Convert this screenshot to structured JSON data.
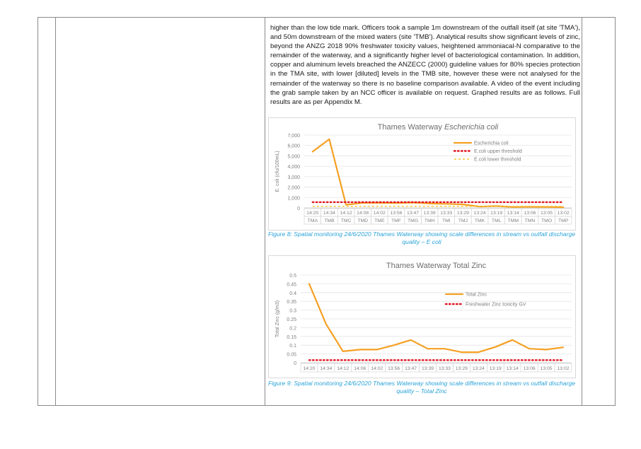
{
  "document": {
    "paragraph": "higher than the low tide mark. Officers took a sample 1m downstream of the outfall itself (at site 'TMA'), and 50m downstream of the mixed waters (site 'TMB'). Analytical results show significant levels of zinc, beyond the ANZG 2018 90% freshwater toxicity values, heightened ammoniacal-N comparative to the remainder of the waterway, and a significantly higher level of bacteriological contamination. In addition, copper and aluminum levels breached the ANZECC (2000) guideline values for 80% species protection in the TMA site, with lower [diluted] levels in the TMB site, however these were not analysed for the remainder of the waterway so there is no baseline comparison available. A video of the event including the grab sample taken by an NCC officer is available on request. Graphed results are as follows. Full results are as per Appendix M.",
    "figure8_caption": "Figure 8: Spatial monitoring 24/6/2020 Thames Waterway showing scale differences in stream vs outfall discharge quality – E coli",
    "figure9_caption": "Figure 9: Spatial monitoring 24/6/2020 Thames Waterway showing scale differences in stream vs outfall discharge quality – Total Zinc"
  },
  "colors": {
    "series_orange": "#f5a024",
    "threshold_red": "#e0141e",
    "threshold_yellow": "#f7c531",
    "axis_text": "#7f7f7f",
    "title_text": "#6d6d6d"
  },
  "chart_data": [
    {
      "type": "line",
      "title_prefix": "Thames Waterway ",
      "title_italic": "Escherichia coli",
      "ylabel": "E. coli (cfu/100mL)",
      "ylim": [
        0,
        7000
      ],
      "yticks": [
        "7,000",
        "6,000",
        "5,000",
        "4,000",
        "3,000",
        "2,000",
        "1,000",
        "0"
      ],
      "ytick_values": [
        7000,
        6000,
        5000,
        4000,
        3000,
        2000,
        1000,
        0
      ],
      "x_times": [
        "14:20",
        "14:34",
        "14:12",
        "14:08",
        "14:02",
        "13:56",
        "13:47",
        "13:39",
        "13:33",
        "13:29",
        "13:24",
        "13:19",
        "13:14",
        "13:06",
        "13:05",
        "13:02"
      ],
      "x_sites": [
        "TMA",
        "TMB",
        "TMC",
        "TMD",
        "TME",
        "TMF",
        "TMG",
        "TMH",
        "TMI",
        "TMJ",
        "TMK",
        "TML",
        "TMM",
        "TMN",
        "TMO",
        "TMP"
      ],
      "grid": true,
      "legend_position": "right",
      "series": [
        {
          "name": "Escherichia coli",
          "style": "solid",
          "values": [
            5400,
            6600,
            300,
            480,
            480,
            470,
            510,
            420,
            390,
            330,
            120,
            180,
            80,
            100,
            90,
            60
          ]
        },
        {
          "name": "E.coli upper threshold",
          "style": "dotted",
          "values": [
            550,
            550,
            550,
            550,
            550,
            550,
            550,
            550,
            550,
            550,
            550,
            550,
            550,
            550,
            550,
            550
          ]
        },
        {
          "name": "E.coli lower threshold",
          "style": "dashed",
          "values": [
            150,
            150,
            150,
            150,
            150,
            150,
            150,
            150,
            150,
            150,
            150,
            150,
            150,
            150,
            150,
            150
          ]
        }
      ]
    },
    {
      "type": "line",
      "title": "Thames Waterway Total Zinc",
      "ylabel": "Total Zinc (g/m3)",
      "ylim": [
        0,
        0.5
      ],
      "yticks": [
        "0.5",
        "0.45",
        "0.4",
        "0.35",
        "0.3",
        "0.25",
        "0.2",
        "0.15",
        "0.1",
        "0.05",
        "0"
      ],
      "ytick_values": [
        0.5,
        0.45,
        0.4,
        0.35,
        0.3,
        0.25,
        0.2,
        0.15,
        0.1,
        0.05,
        0
      ],
      "x_times": [
        "14:20",
        "14:34",
        "14:12",
        "14:06",
        "14:02",
        "13:56",
        "13:47",
        "13:39",
        "13:33",
        "13:29",
        "13:24",
        "13:19",
        "13:14",
        "13:06",
        "13:05",
        "13:02"
      ],
      "grid": true,
      "legend_position": "right",
      "series": [
        {
          "name": "Total Zinc",
          "style": "solid",
          "values": [
            0.45,
            0.22,
            0.065,
            0.075,
            0.075,
            0.1,
            0.13,
            0.08,
            0.08,
            0.06,
            0.06,
            0.09,
            0.13,
            0.08,
            0.075,
            0.088
          ]
        },
        {
          "name": "Freshwater Zinc toxicity GV",
          "style": "dotted",
          "values": [
            0.015,
            0.015,
            0.015,
            0.015,
            0.015,
            0.015,
            0.015,
            0.015,
            0.015,
            0.015,
            0.015,
            0.015,
            0.015,
            0.015,
            0.015,
            0.015
          ]
        }
      ]
    }
  ]
}
